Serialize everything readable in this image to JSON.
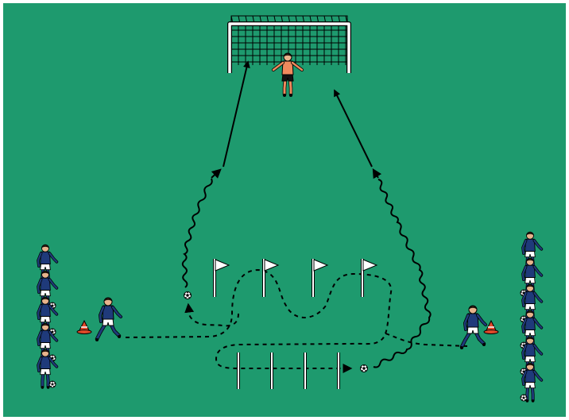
{
  "colors": {
    "pitch": "#1e9a6e",
    "border": "#ffffff",
    "outline": "#000000",
    "player_shirt": "#1f3a7a",
    "player_shorts": "#ffffff",
    "keeper_shirt": "#f08a5d",
    "keeper_shorts": "#111111",
    "skin": "#e8b48c",
    "hair": "#3a2414",
    "flag": "#ffffff",
    "cone": "#e04a2a",
    "ball": "#ffffff",
    "net": "#000000"
  },
  "icons": {
    "goal": "goal-icon",
    "goalkeeper": "goalkeeper-icon",
    "player": "player-icon",
    "ball": "ball-icon",
    "cone": "cone-icon",
    "flag": "flag-icon",
    "pole": "pole-icon",
    "pass_path": "dashed-path",
    "dribble_path": "wavy-path",
    "shot_arrow": "arrow-icon"
  },
  "counts": {
    "left_queue_players": 5,
    "right_queue_players": 6,
    "flags": 4,
    "poles": 4
  }
}
